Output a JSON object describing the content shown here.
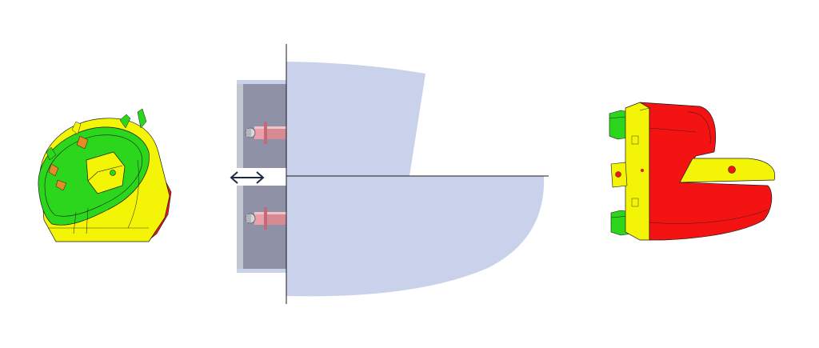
{
  "diagram": {
    "colors": {
      "background": "#ffffff",
      "mold_body": "#c9d2ea",
      "mold_shadow": "#b9c2da",
      "mold_plate": "#8f92a6",
      "mold_plate_light": "#b5b7c7",
      "pin_red": "#e9a0a8",
      "pin_red_dark": "#c46a76",
      "pin_grey": "#8a8a95",
      "part_green": "#2bd61c",
      "part_yellow": "#f4f406",
      "part_red": "#f41313",
      "part_orange": "#e48a27",
      "line": "#1a1a1a",
      "arrow": "#1d2a44"
    },
    "elements": [
      {
        "name": "left-part-render",
        "description_shown": false
      },
      {
        "name": "mold-cross-section",
        "description_shown": false
      },
      {
        "name": "ejection-arrow",
        "description_shown": false
      },
      {
        "name": "right-part-render",
        "description_shown": false
      }
    ]
  }
}
